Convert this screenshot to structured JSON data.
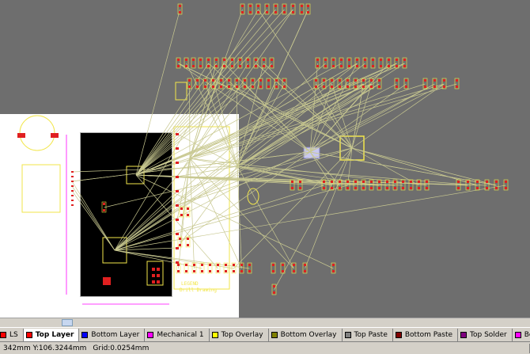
{
  "window": {
    "title": ""
  },
  "status": {
    "coords": "342mm Y:106.3244mm",
    "grid": "Grid:0.0254mm"
  },
  "layer_tabs": [
    {
      "label": "LS",
      "color": "#ff0000"
    },
    {
      "label": "Top Layer",
      "color": "#ff0000"
    },
    {
      "label": "Bottom Layer",
      "color": "#0000ff"
    },
    {
      "label": "Mechanical 1",
      "color": "#ff00ff"
    },
    {
      "label": "Top Overlay",
      "color": "#ffff00"
    },
    {
      "label": "Bottom Overlay",
      "color": "#808000"
    },
    {
      "label": "Top Paste",
      "color": "#808080"
    },
    {
      "label": "Bottom Paste",
      "color": "#800000"
    },
    {
      "label": "Top Solder",
      "color": "#800080"
    },
    {
      "label": "Bottom Solder",
      "color": "#ff00ff"
    }
  ],
  "active_tab": "Top Layer",
  "colors": {
    "workspace": "#6e6e6e",
    "board": "#000000",
    "ratsnest": "#c8c890",
    "pad": "#e02020",
    "overlay": "#f2e64a"
  },
  "drawing": {
    "legend": "LEGEND",
    "legend_sub": "Drill Drawing"
  }
}
